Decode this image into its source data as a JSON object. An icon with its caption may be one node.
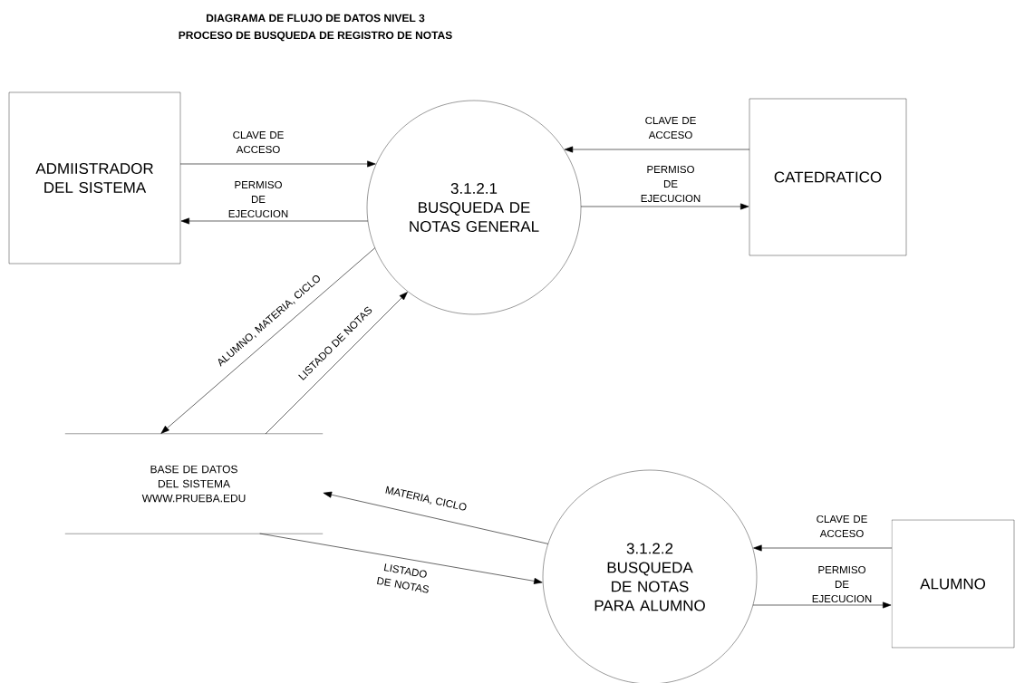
{
  "diagram": {
    "title": "DIAGRAMA DE FLUJO DE DATOS NIVEL 3",
    "nodes": [
      {
        "text": [
          "ADMIISTRADOR DEL SISTEMA"
        ]
      },
      {
        "text": [
          "3.1.2.1",
          "BUSQUEDA DE NOTAS GENERAL"
        ]
      },
      {
        "text": [
          "CATEDRATICO"
        ]
      },
      {
        "text": [
          "BASE DE DATOS DEL SISTEMA",
          "WWW.PRUEBA.EDU"
        ]
      },
      {
        "text": [
          "3.1.2.2",
          "BUSQUEDA DE NOTAS PARA ALUMNO"
        ]
      },
      {
        "text": [
          "ALUMNO"
        ]
      }
    ],
    "edges": [
      {
        "from": 0,
        "to": 1,
        "arrow": "to",
        "label": "CLAVE DE ACCESO"
      },
      {
        "from": 1,
        "to": 0,
        "arrow": "to",
        "label": "PERMISO DE EJECUCION"
      },
      {
        "from": 2,
        "to": 1,
        "arrow": "to",
        "label": "CLAVE DE ACCESO"
      },
      {
        "from": 1,
        "to": 2,
        "arrow": "to",
        "label": "PERMISO DE EJECUCION"
      },
      {
        "from": 1,
        "to": 3,
        "arrow": "to",
        "label": "ALUMNO, MATERIA, CICLO"
      },
      {
        "from": 3,
        "to": 1,
        "arrow": "to",
        "label": "LISTADO DE NOTAS"
      },
      {
        "from": 4,
        "to": 3,
        "arrow": "to",
        "label": "MATERIA, CICLO"
      },
      {
        "from": 3,
        "to": 4,
        "arrow": "to",
        "label": "LISTADO DE NOTAS"
      },
      {
        "from": 5,
        "to": 4,
        "arrow": "to",
        "label": "CLAVE DE ACCESO"
      },
      {
        "from": 4,
        "to": 5,
        "arrow": "to",
        "label": "PERMISO DE EJECUCION"
      }
    ],
    "labels": [
      "PROCESO DE BUSQUEDA DE REGISTRO DE NOTAS"
    ]
  }
}
